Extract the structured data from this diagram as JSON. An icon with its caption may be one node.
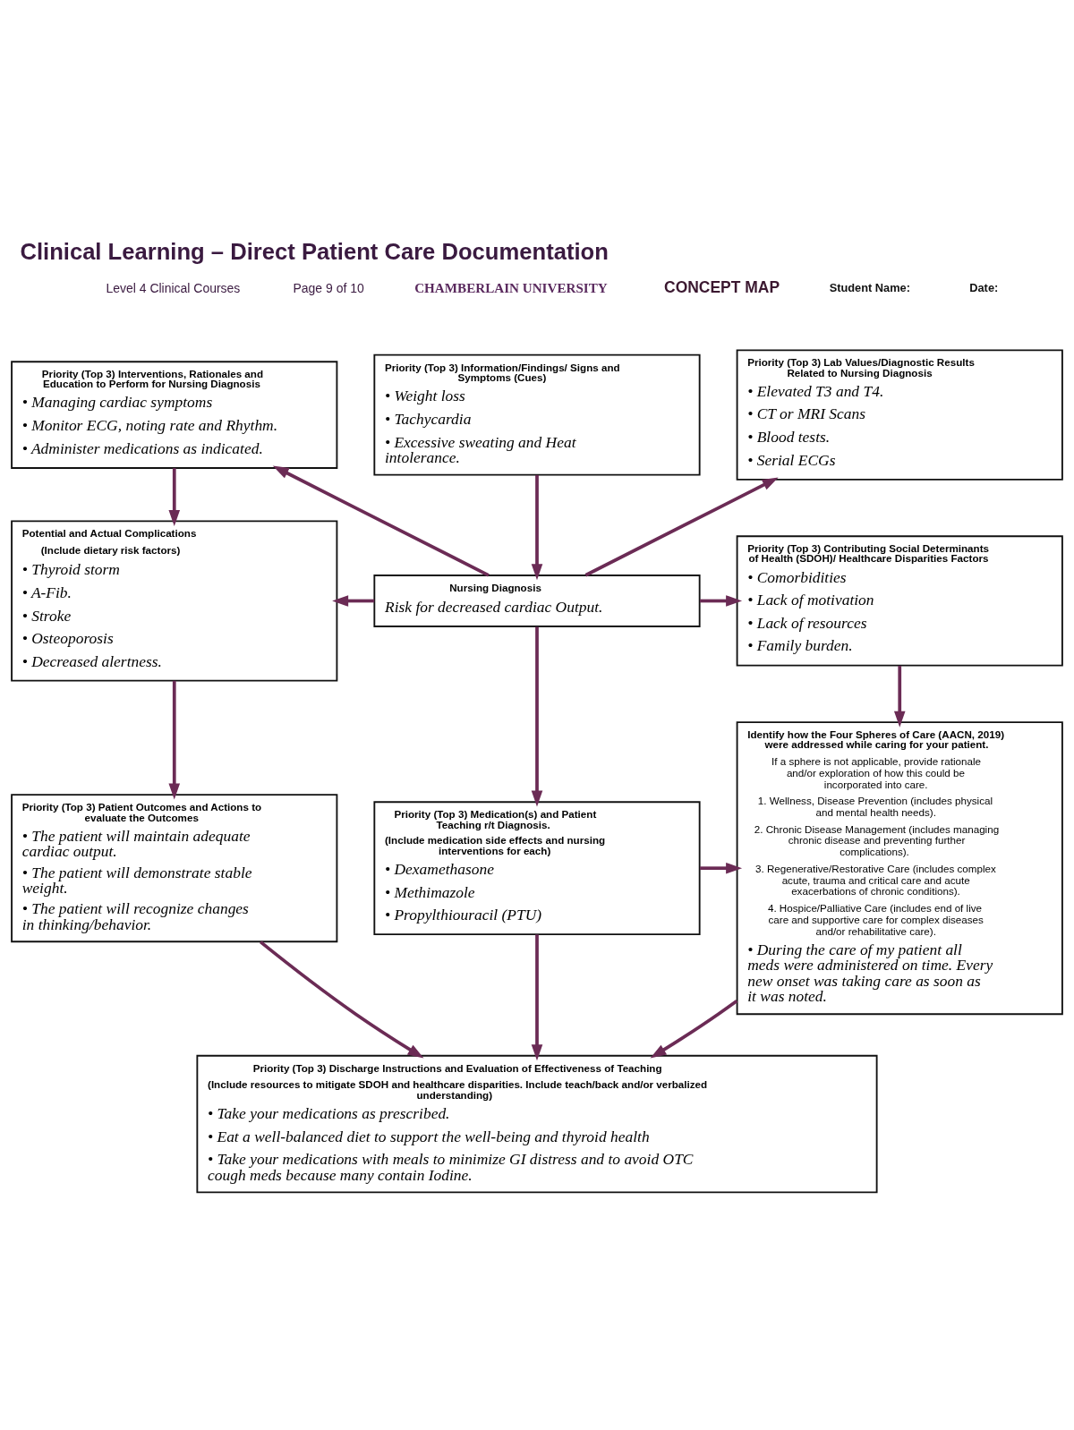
{
  "diagram": {
    "title": "Clinical Learning – Direct Patient Care Documentation",
    "nodes": [
      {
        "text": [
          "Priority (Top 3) Interventions, Rationales and Education to Perform for Nursing Diagnosis",
          "• Managing cardiac symptoms",
          "• Monitor ECG, noting rate and Rhythm.",
          "• Administer medications as indicated."
        ]
      },
      {
        "text": [
          "Priority (Top 3) Information/Findings/ Signs and Symptoms (Cues)",
          "• Weight loss",
          "• Tachycardia",
          "• Excessive sweating and Heat intolerance."
        ]
      },
      {
        "text": [
          "Priority (Top 3) Lab Values/Diagnostic Results Related to Nursing Diagnosis",
          "• Elevated T3 and T4.",
          "• CT or MRI Scans",
          "• Blood tests.",
          "• Serial ECGs"
        ]
      },
      {
        "text": [
          "Potential and Actual Complications",
          "(Include dietary risk factors)",
          "• Thyroid storm",
          "• A-Fib.",
          "• Stroke",
          "• Osteoporosis",
          "• Decreased alertness."
        ]
      },
      {
        "text": [
          "Nursing Diagnosis",
          "Risk for decreased cardiac Output."
        ]
      },
      {
        "text": [
          "Priority (Top 3) Contributing Social Determinants of Health (SDOH)/ Healthcare Disparities Factors",
          "• Comorbidities",
          "• Lack of motivation",
          "• Lack of resources",
          "• Family burden."
        ]
      },
      {
        "text": [
          "Priority (Top 3) Patient Outcomes and Actions to evaluate the Outcomes",
          "• The patient will maintain adequate cardiac output.",
          "• The patient will demonstrate stable weight.",
          "• The patient will recognize changes in thinking/behavior."
        ]
      },
      {
        "text": [
          "Priority (Top 3) Medication(s) and Patient Teaching r/t Diagnosis.",
          "(Include medication side effects and nursing interventions for each)",
          "• Dexamethasone",
          "• Methimazole",
          "• Propylthiouracil (PTU)"
        ]
      },
      {
        "text": [
          "Identify how the Four Spheres of Care (AACN, 2019) were addressed while caring for your patient.",
          "If a sphere is not applicable, provide rationale and/or exploration of how this could be incorporated into care.",
          "1. Wellness, Disease Prevention (includes physical and mental health needs).",
          "2. Chronic Disease Management (includes managing chronic disease and preventing further complications).",
          "3. Regenerative/Restorative Care (includes complex acute, trauma and critical care and acute exacerbations of chronic conditions).",
          "4. Hospice/Palliative Care (includes end of live care and supportive care for complex diseases and/or rehabilitative care).",
          "• During the care of my patient all meds were administered on time. Every new onset was taking care as soon as it was noted."
        ]
      },
      {
        "text": [
          "Priority (Top 3) Discharge Instructions and Evaluation of Effectiveness of Teaching",
          "(Include resources to mitigate SDOH and healthcare disparities. Include teach/back and/or verbalized understanding)",
          "• Take your medications as prescribed.",
          "• Eat a well-balanced diet to support the well-being and thyroid health",
          "• Take your medications with meals to minimize GI distress and to avoid OTC cough meds because many contain Iodine."
        ]
      }
    ],
    "edges": [
      {
        "from": 0,
        "to": 3,
        "arrow": "to"
      },
      {
        "from": 4,
        "to": 0,
        "arrow": "to"
      },
      {
        "from": 1,
        "to": 4,
        "arrow": "to"
      },
      {
        "from": 4,
        "to": 2,
        "arrow": "to"
      },
      {
        "from": 4,
        "to": 3,
        "arrow": "to"
      },
      {
        "from": 4,
        "to": 5,
        "arrow": "to"
      },
      {
        "from": 3,
        "to": 6,
        "arrow": "to"
      },
      {
        "from": 4,
        "to": 7,
        "arrow": "to"
      },
      {
        "from": 5,
        "to": 8,
        "arrow": "to"
      },
      {
        "from": 7,
        "to": 8,
        "arrow": "to"
      },
      {
        "from": 6,
        "to": 9,
        "arrow": "to"
      },
      {
        "from": 7,
        "to": 9,
        "arrow": "to"
      },
      {
        "from": 8,
        "to": 9,
        "arrow": "to"
      }
    ],
    "labels": [
      "Level 4 Clinical Courses",
      "Page 9 of 10",
      "CHAMBERLAIN UNIVERSITY",
      "CONCEPT MAP",
      "Student Name:",
      "Date:"
    ]
  }
}
